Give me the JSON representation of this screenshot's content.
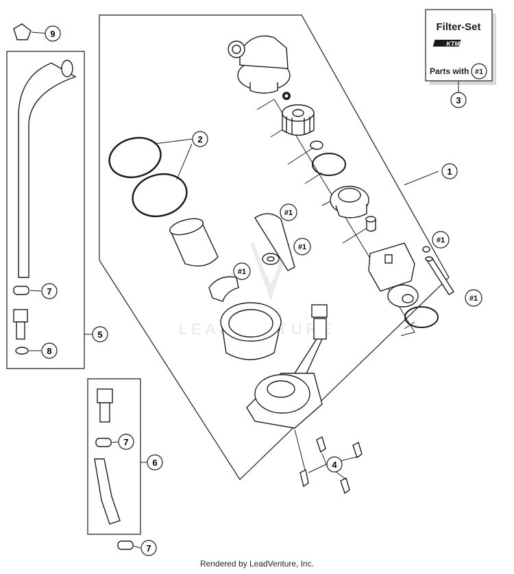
{
  "callouts": [
    {
      "id": "1",
      "label": "1"
    },
    {
      "id": "2",
      "label": "2"
    },
    {
      "id": "3",
      "label": "3"
    },
    {
      "id": "4",
      "label": "4"
    },
    {
      "id": "5",
      "label": "5"
    },
    {
      "id": "6",
      "label": "6"
    },
    {
      "id": "7a",
      "label": "7"
    },
    {
      "id": "7b",
      "label": "7"
    },
    {
      "id": "7c",
      "label": "7"
    },
    {
      "id": "8",
      "label": "8"
    },
    {
      "id": "9",
      "label": "9"
    }
  ],
  "ref_tags": [
    {
      "id": "r1",
      "label": "#1"
    },
    {
      "id": "r2",
      "label": "#1"
    },
    {
      "id": "r3",
      "label": "#1"
    },
    {
      "id": "r4",
      "label": "#1"
    },
    {
      "id": "r5",
      "label": "#1"
    }
  ],
  "filter_set": {
    "title": "Filter-Set",
    "brand": "KTM",
    "parts_with": "Parts with",
    "tag": "#1"
  },
  "watermark": "LEADVENTURE",
  "footer": "Rendered by LeadVenture, Inc.",
  "colors": {
    "line": "#1a1a1a",
    "watermark": "#e6e6e6",
    "box_shadow": "#d9d9d9"
  }
}
